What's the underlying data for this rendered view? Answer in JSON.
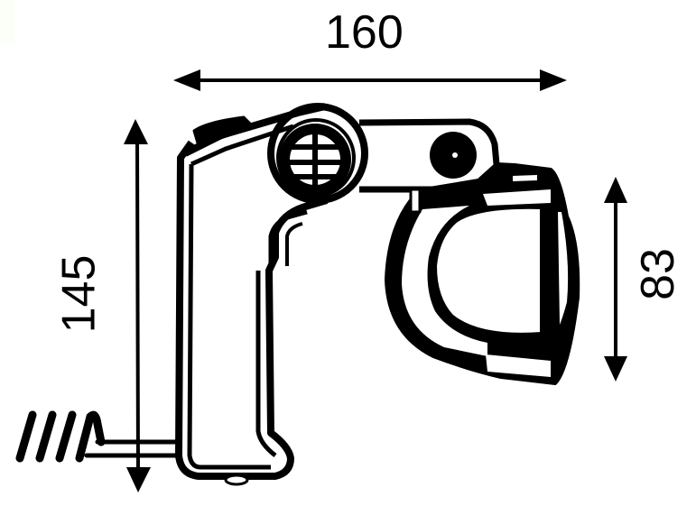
{
  "diagram": {
    "type": "dimensional technical drawing",
    "subject": "handheld work lamp with coiled cable",
    "units": "mm",
    "colors": {
      "ink": "#000000",
      "background": "#ffffff"
    },
    "dimensions": {
      "width": {
        "label": "160",
        "orientation": "horizontal"
      },
      "height": {
        "label": "145",
        "orientation": "vertical"
      },
      "head_height": {
        "label": "83",
        "orientation": "vertical"
      }
    },
    "parts": [
      {
        "name": "handle"
      },
      {
        "name": "pivot-dial"
      },
      {
        "name": "knob"
      },
      {
        "name": "lamp-head"
      },
      {
        "name": "coiled-cable"
      }
    ]
  }
}
